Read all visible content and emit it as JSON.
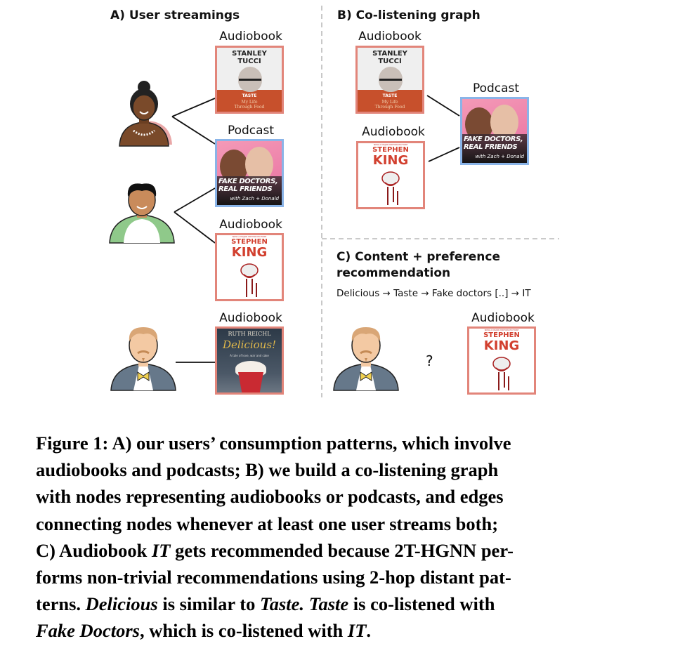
{
  "panel_a": {
    "title": "A) User streamings",
    "labels": [
      "Audiobook",
      "Podcast",
      "Audiobook",
      "Audiobook"
    ]
  },
  "panel_b": {
    "title": "B) Co-listening graph",
    "labels": [
      "Audiobook",
      "Podcast",
      "Audiobook"
    ]
  },
  "panel_c": {
    "title_line1": "C) Content + preference",
    "title_line2": "recommendation",
    "path": "Delicious → Taste → Fake doctors [..] → IT",
    "question": "?",
    "label": "Audiobook"
  },
  "covers": {
    "taste": {
      "author_line1": "STANLEY",
      "author_line2": "TUCCI",
      "title": "TASTE",
      "subtitle_line1": "My Life",
      "subtitle_line2": "Through Food"
    },
    "podcast": {
      "title_line1": "FAKE DOCTORS,",
      "title_line2": "REAL FRIENDS",
      "subtitle": "with Zach + Donald"
    },
    "it": {
      "tagline": "NOW A MAJOR MOTION PICTURE",
      "author_line1": "STEPHEN",
      "author_line2": "KING"
    },
    "delicious": {
      "author": "RUTH REICHL",
      "title": "Delicious!",
      "subtitle": "A tale of love, war and cake"
    }
  },
  "colors": {
    "audiobook_border": "#e2857a",
    "podcast_border": "#8ab4e8"
  },
  "caption": [
    [
      {
        "t": "Figure 1: A) our users’ consumption patterns, which involve"
      }
    ],
    [
      {
        "t": "audiobooks and podcasts; B) we build a co-listening graph"
      }
    ],
    [
      {
        "t": "with nodes representing audiobooks or podcasts, and edges"
      }
    ],
    [
      {
        "t": "connecting nodes whenever at least one user streams both;"
      }
    ],
    [
      {
        "t": "C) Audiobook "
      },
      {
        "t": "IT",
        "i": true
      },
      {
        "t": " gets recommended because 2T-HGNN per-"
      }
    ],
    [
      {
        "t": "forms non-trivial recommendations using 2-hop distant pat-"
      }
    ],
    [
      {
        "t": "terns. "
      },
      {
        "t": "Delicious",
        "i": true
      },
      {
        "t": " is similar to "
      },
      {
        "t": "Taste.",
        "i": true
      },
      {
        "t": " "
      },
      {
        "t": "Taste",
        "i": true
      },
      {
        "t": " is co-listened with"
      }
    ],
    [
      {
        "t": "Fake Doctors",
        "i": true
      },
      {
        "t": ", which is co-listened with "
      },
      {
        "t": "IT",
        "i": true
      },
      {
        "t": "."
      }
    ]
  ]
}
